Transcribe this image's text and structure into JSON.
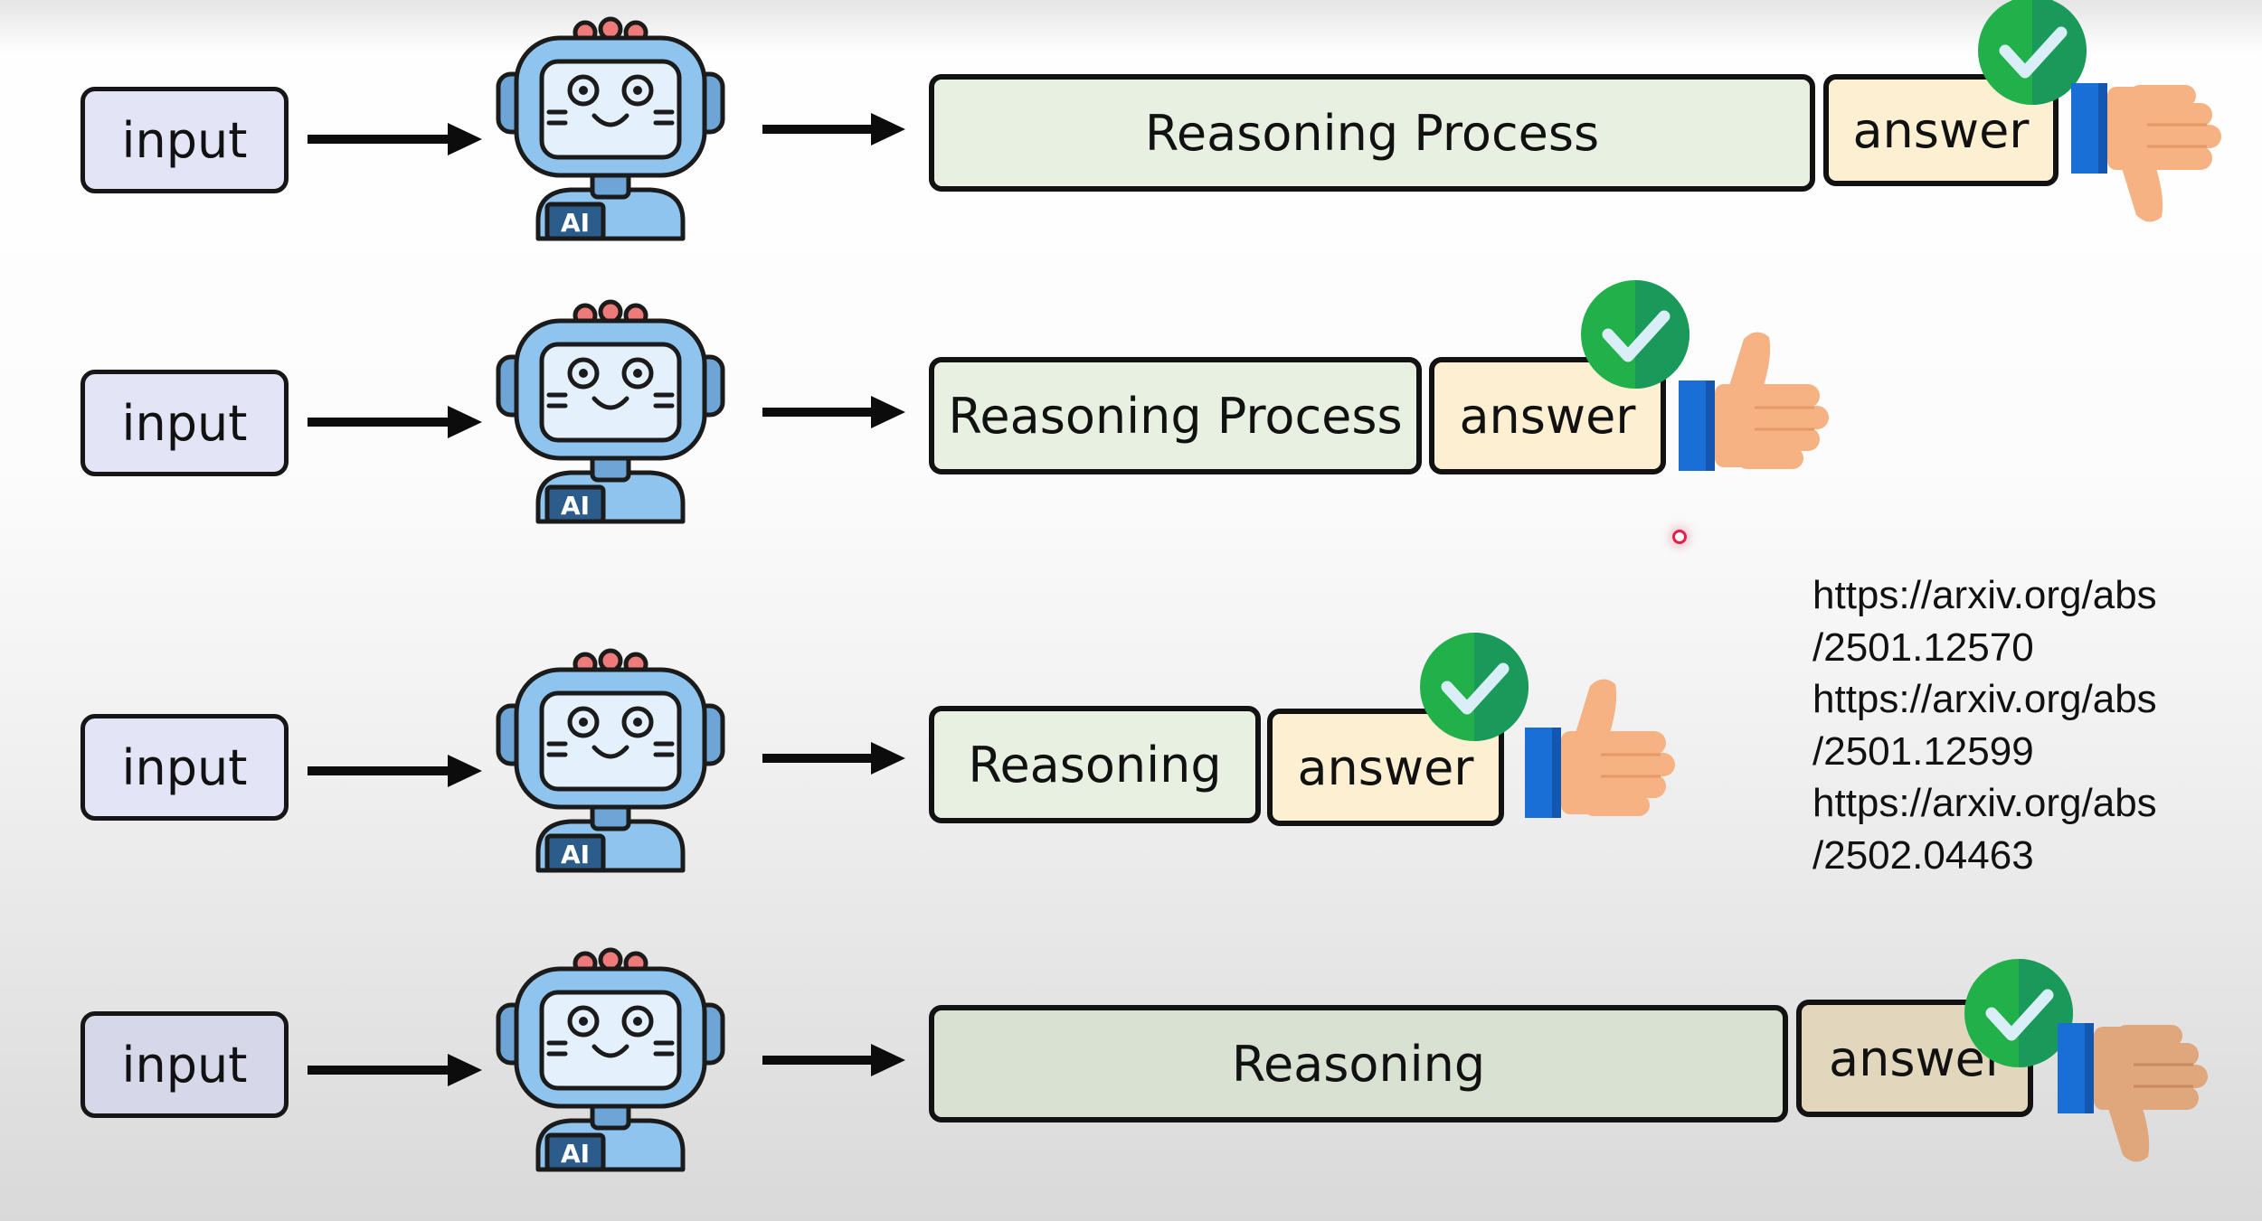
{
  "rows": [
    {
      "input_label": "input",
      "reasoning_label": "Reasoning Process",
      "answer_label": "answer",
      "correct": true,
      "feedback": "thumbs-down"
    },
    {
      "input_label": "input",
      "reasoning_label": "Reasoning Process",
      "answer_label": "answer",
      "correct": true,
      "feedback": "thumbs-up"
    },
    {
      "input_label": "input",
      "reasoning_label": "Reasoning",
      "answer_label": "answer",
      "correct": true,
      "feedback": "thumbs-up"
    },
    {
      "input_label": "input",
      "reasoning_label": "Reasoning",
      "answer_label": "answer",
      "correct": true,
      "feedback": "thumbs-down"
    }
  ],
  "robot": {
    "badge_text": "AI"
  },
  "references": [
    "https://arxiv.org/abs",
    "/2501.12570",
    "https://arxiv.org/abs",
    "/2501.12599",
    "https://arxiv.org/abs",
    "/2502.04463"
  ],
  "icons": {
    "robot": "robot-ai-icon",
    "check": "check-circle-icon",
    "thumbs_up": "thumbs-up-icon",
    "thumbs_down": "thumbs-down-icon",
    "cursor": "cursor-dot-icon"
  },
  "colors": {
    "input_fill": "#e3e5f6",
    "reasoning_fill": "#e8f1e1",
    "answer_fill": "#fdf0d2",
    "check_green": "#22b04b",
    "thumb_skin": "#f6b283",
    "cuff_blue": "#1a6fd6",
    "robot_blue": "#8fc4ee"
  }
}
